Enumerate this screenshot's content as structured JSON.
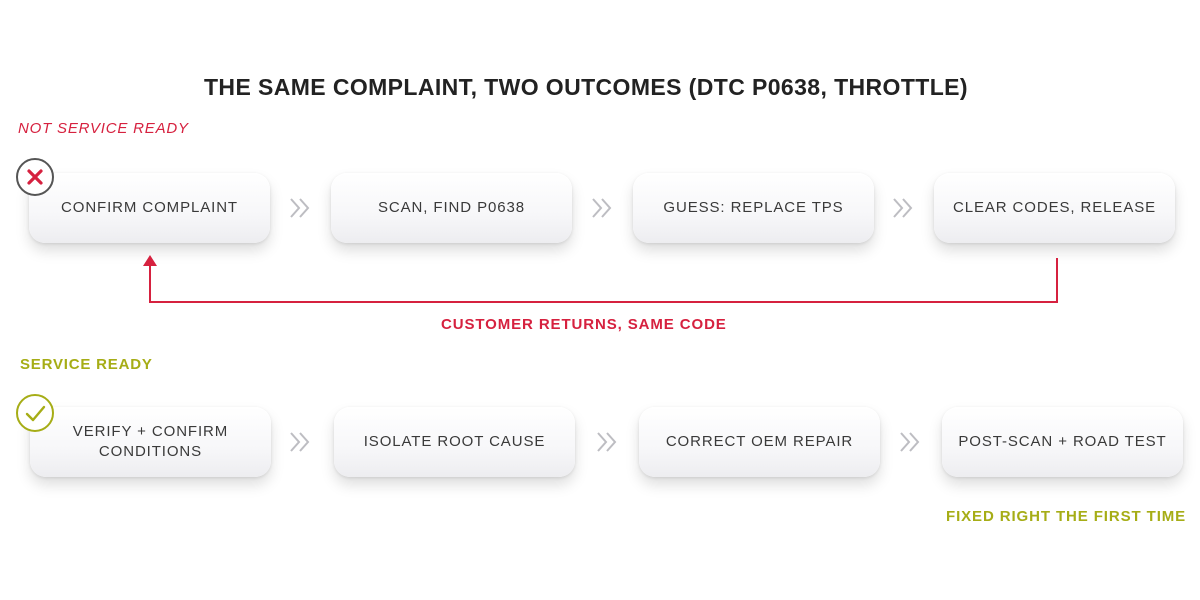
{
  "title": "THE SAME COMPLAINT, TWO OUTCOMES (DTC P0638, THROTTLE)",
  "colors": {
    "bad": "#d6213f",
    "good": "#a6ad16",
    "text": "#3a3a3a"
  },
  "bad_flow": {
    "label": "NOT SERVICE READY",
    "icon": "x-mark-icon",
    "steps": [
      "CONFIRM COMPLAINT",
      "SCAN, FIND P0638",
      "GUESS: REPLACE TPS",
      "CLEAR CODES, RELEASE"
    ],
    "return_label": "CUSTOMER RETURNS, SAME CODE"
  },
  "good_flow": {
    "label": "SERVICE READY",
    "icon": "checkmark-icon",
    "steps": [
      "VERIFY + CONFIRM CONDITIONS",
      "ISOLATE ROOT CAUSE",
      "CORRECT OEM REPAIR",
      "POST-SCAN + ROAD TEST"
    ],
    "outcome_label": "FIXED RIGHT THE FIRST TIME"
  }
}
